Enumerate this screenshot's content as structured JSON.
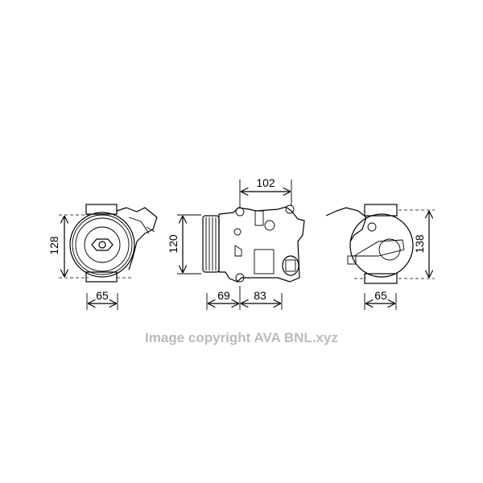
{
  "dimensions": {
    "front_height": "128",
    "front_width": "65",
    "side_top_width": "102",
    "side_height": "120",
    "side_bottom_left": "69",
    "side_bottom_right": "83",
    "rear_height": "138",
    "rear_width": "65"
  },
  "watermark": "Image copyright AVA BNL.xyz",
  "colors": {
    "line": "#000000",
    "watermark": "#bbbbbb"
  }
}
